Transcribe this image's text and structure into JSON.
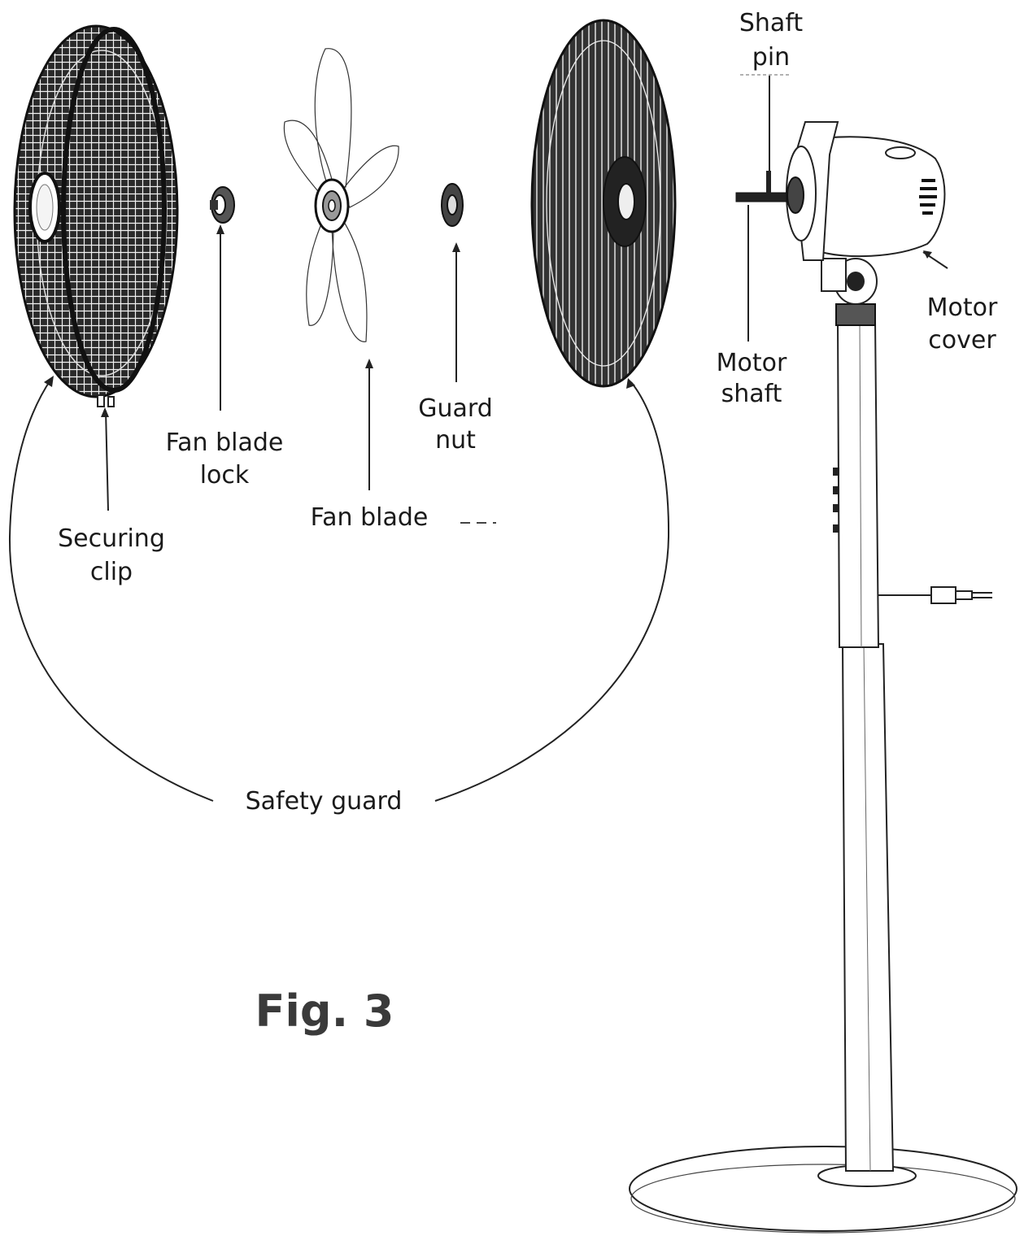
{
  "labels": {
    "shaft_pin_1": "Shaft",
    "shaft_pin_2": "pin",
    "motor_cover_1": "Motor",
    "motor_cover_2": "cover",
    "motor_shaft_1": "Motor",
    "motor_shaft_2": "shaft",
    "fan_blade_lock_1": "Fan blade",
    "fan_blade_lock_2": "lock",
    "guard_nut_1": "Guard",
    "guard_nut_2": "nut",
    "fan_blade": "Fan blade",
    "securing_clip_1": "Securing",
    "securing_clip_2": "clip",
    "safety_guard": "Safety guard"
  },
  "figure_caption": "Fig. 3"
}
